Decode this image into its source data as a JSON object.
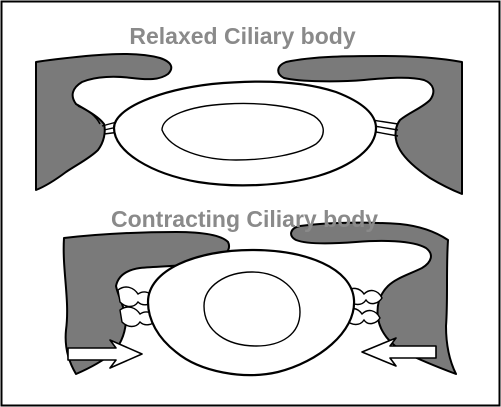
{
  "diagram": {
    "panels": [
      {
        "title": "Relaxed Ciliary body",
        "state": "relaxed"
      },
      {
        "title": "Contracting Ciliary body",
        "state": "contracting"
      }
    ],
    "colors": {
      "ciliary_body_fill": "#7a7a7a",
      "lens_fill": "#ffffff",
      "outline": "#000000",
      "title_text": "#8a8a8a",
      "border": "#000000"
    },
    "arrows": [
      {
        "direction": "right",
        "meaning": "contraction-force"
      },
      {
        "direction": "left",
        "meaning": "contraction-force"
      }
    ]
  }
}
